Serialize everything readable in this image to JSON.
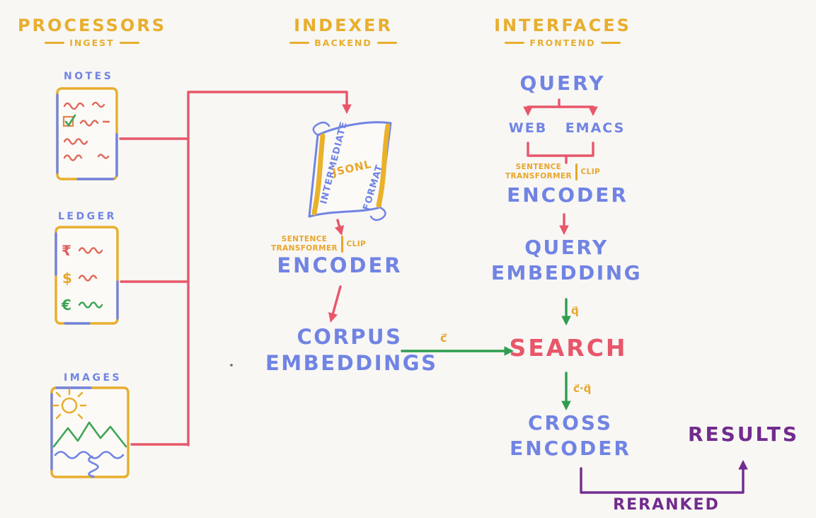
{
  "palette": {
    "yellow": "#e8ae2d",
    "blue": "#7184e3",
    "red": "#e8566a",
    "salmon": "#e0695a",
    "green": "#2f9e4f",
    "purple": "#722b8e",
    "background": "#f8f7f4"
  },
  "headers": {
    "processors": {
      "title": "PROCESSORS",
      "subtitle": "INGEST"
    },
    "indexer": {
      "title": "INDEXER",
      "subtitle": "BACKEND"
    },
    "interfaces": {
      "title": "INTERFACES",
      "subtitle": "FRONTEND"
    }
  },
  "sources": {
    "notes": {
      "label": "NOTES"
    },
    "ledger": {
      "label": "LEDGER",
      "symbols": {
        "rupee": "₹",
        "dollar": "$",
        "euro": "€"
      }
    },
    "images": {
      "label": "IMAGES"
    }
  },
  "indexer": {
    "scroll": {
      "left_text": "INTERMEDIATE",
      "center_text": "JSONL",
      "right_text": "FORMAT"
    },
    "model": {
      "line1": "SENTENCE",
      "line2": "TRANSFORMER",
      "alt": "CLIP"
    },
    "encoder": "ENCODER",
    "corpus": {
      "line1": "CORPUS",
      "line2": "EMBEDDINGS"
    }
  },
  "interfaces": {
    "query": "QUERY",
    "web": "WEB",
    "emacs": "EMACS",
    "model": {
      "line1": "SENTENCE",
      "line2": "TRANSFORMER",
      "alt": "CLIP"
    },
    "encoder": "ENCODER",
    "query_embedding": {
      "line1": "QUERY",
      "line2": "EMBEDDING"
    },
    "search": "SEARCH",
    "cross_encoder": {
      "line1": "CROSS",
      "line2": "ENCODER"
    },
    "results": "RESULTS",
    "reranked": "RERANKED"
  },
  "edge_labels": {
    "corpus_vector": "c⃗",
    "query_vector": "q⃗",
    "dot_product": "c⃗·q⃗"
  }
}
